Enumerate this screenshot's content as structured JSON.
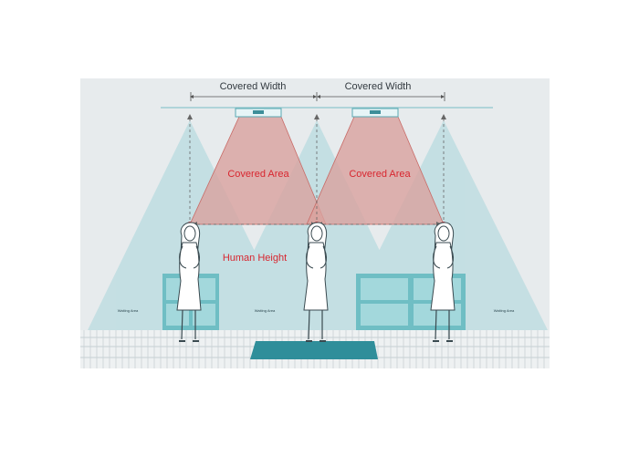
{
  "labels": {
    "covered_width_left": "Covered Width",
    "covered_width_right": "Covered Width",
    "covered_area_left": "Covered Area",
    "covered_area_right": "Covered Area",
    "human_height": "Human Height",
    "waiting_area_left": "Waiting Area",
    "waiting_area_center": "Waiting Area",
    "waiting_area_right": "Waiting Area"
  },
  "colors": {
    "background_panel": "#e7ebed",
    "teal_light": "#bfe0e3",
    "teal_mid": "#8fc7cd",
    "covered_area_fill": "#d9a19e",
    "covered_area_stroke": "#c86a66",
    "red_marker": "#d8262f",
    "floor_lines": "#bac4c9",
    "mat": "#2f8e9a"
  },
  "icons": [
    "ceiling-sensor-icon",
    "person-figure-icon",
    "counter-icon"
  ]
}
